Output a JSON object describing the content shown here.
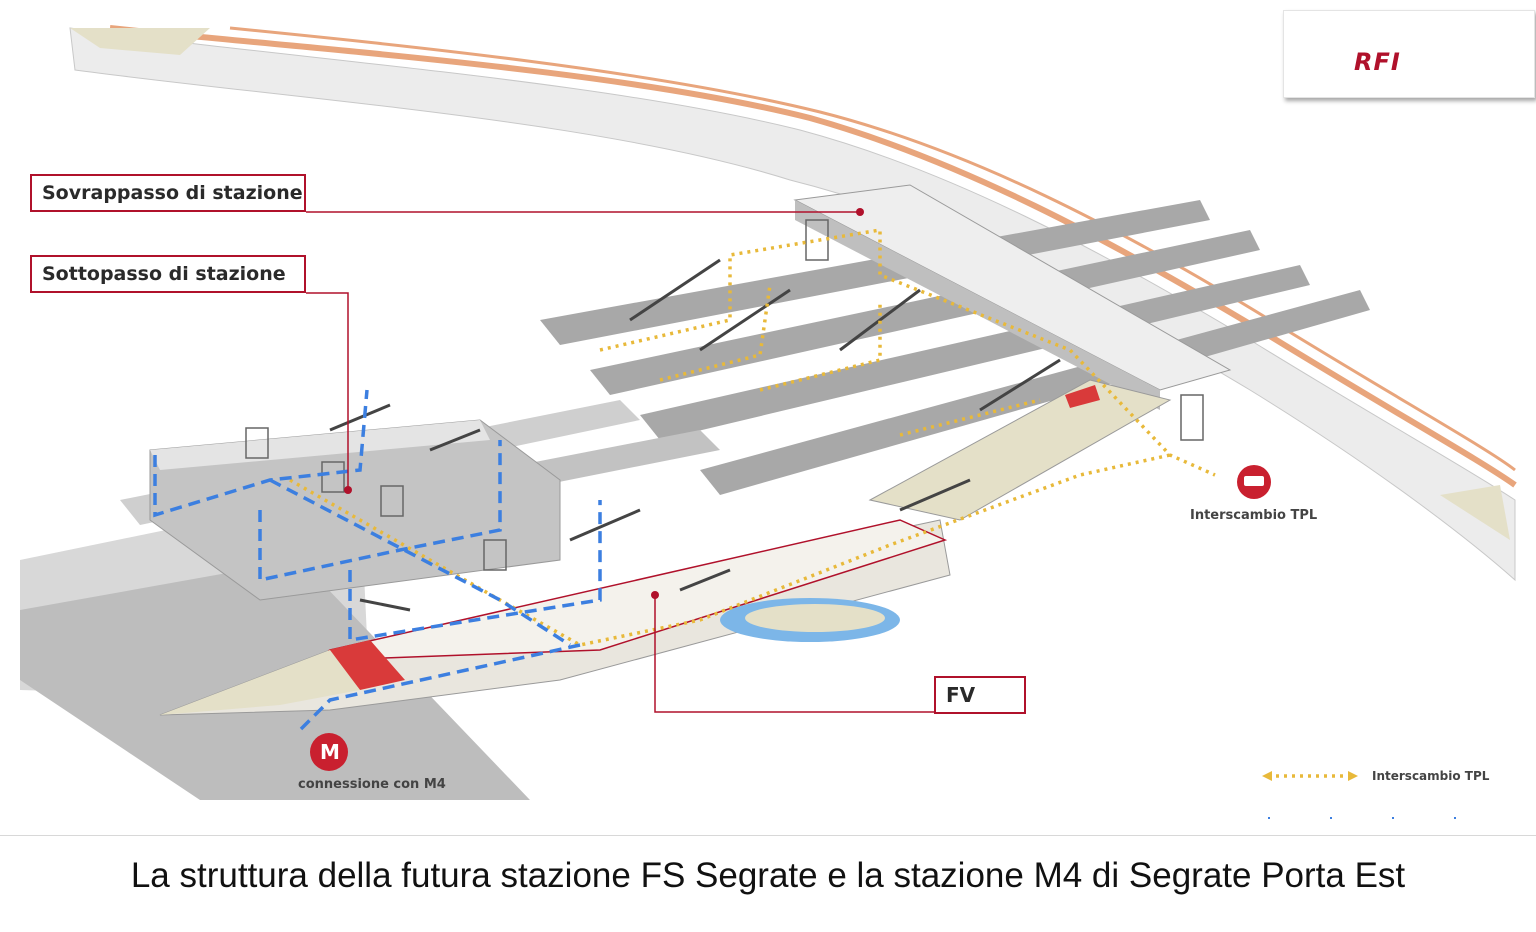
{
  "labels": {
    "sovrappasso": "Sovrappasso di stazione",
    "sottopasso": "Sottopasso di stazione",
    "fv": "FV",
    "interscambio_tpl": "Interscambio TPL",
    "connessione_m4": "connessione con M4",
    "m_badge": "M"
  },
  "legend": {
    "interscambio_tpl": "Interscambio TPL"
  },
  "logo": {
    "text": "RFI"
  },
  "caption": "La struttura della futura stazione FS Segrate e la stazione M4 di Segrate Porta Est",
  "colors": {
    "accent_red": "#b0112b",
    "path_yellow": "#e8b93a",
    "path_blue": "#3c7fe0",
    "structure_grey": "#9a9a9a",
    "road_orange": "#e8a57c",
    "pad_beige": "#e4e0c8"
  },
  "icons": [
    "rfi-logo",
    "bus-icon",
    "metro-m-icon",
    "escalator-icon",
    "elevator-icon",
    "arrow-icon"
  ]
}
